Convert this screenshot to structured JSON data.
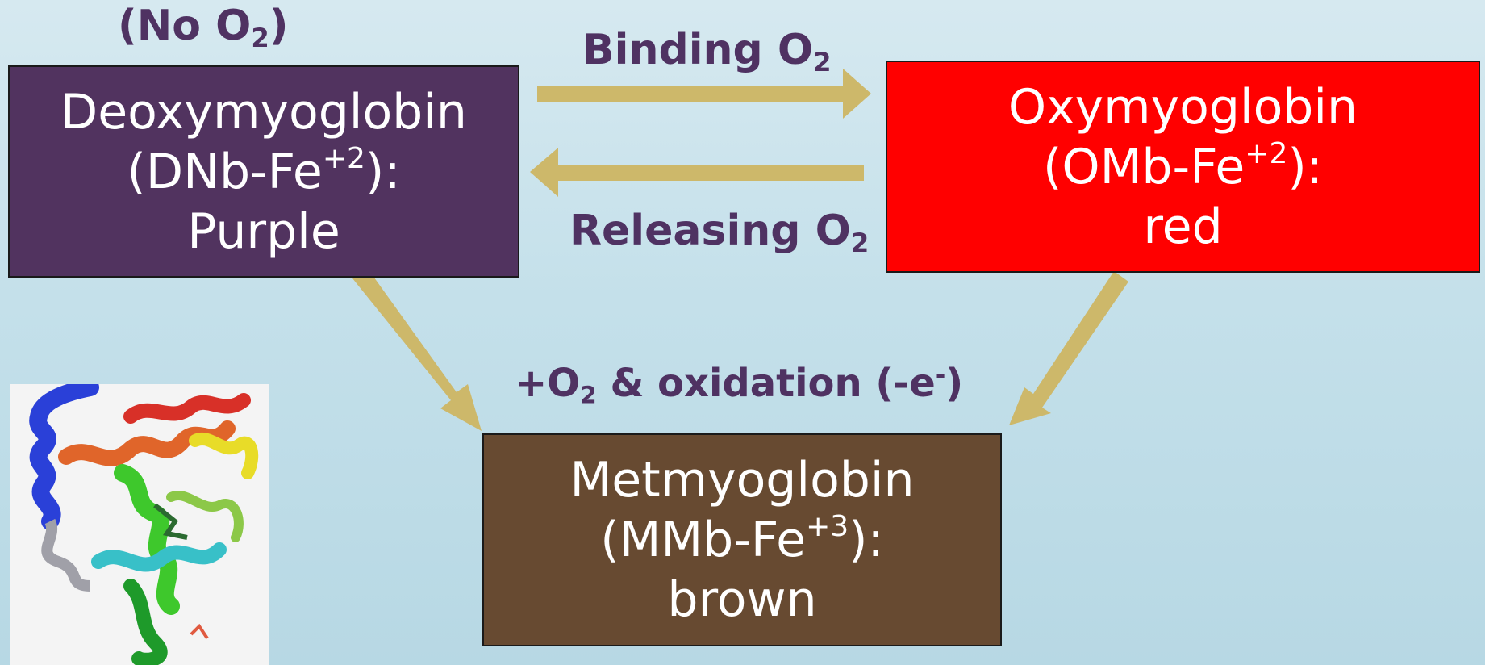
{
  "colors": {
    "deoxy": "#51335f",
    "oxy": "#ff0000",
    "met": "#674a31",
    "arrow": "#cdb86a",
    "label_text": "#4f3262"
  },
  "labels": {
    "no_o2": {
      "prefix": "(No   O",
      "sub": "2",
      "suffix": ")"
    },
    "binding": {
      "prefix": "Binding O",
      "sub": "2"
    },
    "releasing": {
      "prefix": "Releasing O",
      "sub": "2"
    },
    "oxidation": {
      "prefix": "+O",
      "sub": "2",
      "middle": " & oxidation (-e",
      "sup": "-",
      "suffix": ")"
    }
  },
  "boxes": {
    "deoxy": {
      "line1": "Deoxymyoglobin",
      "formula_prefix": "(DNb-Fe",
      "formula_sup": "+2",
      "formula_suffix": "):",
      "color_name": "Purple"
    },
    "oxy": {
      "line1": "Oxymyoglobin",
      "formula_prefix": "(OMb-Fe",
      "formula_sup": "+2",
      "formula_suffix": "):",
      "color_name": "red"
    },
    "met": {
      "line1": "Metmyoglobin",
      "formula_prefix": "(MMb-Fe",
      "formula_sup": "+3",
      "formula_suffix": "):",
      "color_name": "brown"
    }
  },
  "image": {
    "icon": "protein-ribbon-structure"
  }
}
